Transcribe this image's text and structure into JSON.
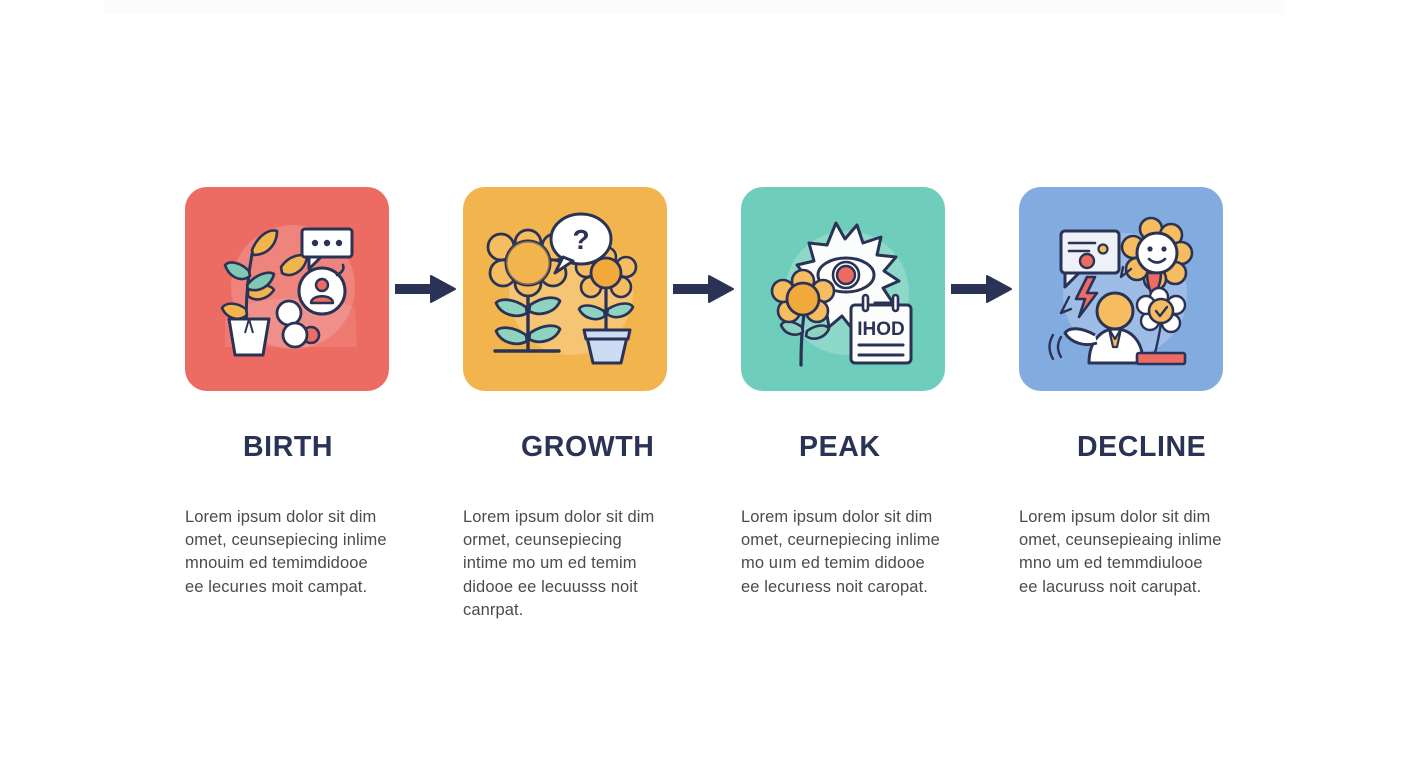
{
  "page": {
    "background_color": "#ffffff",
    "title_color": "#2a3355",
    "body_text_color": "#4b4b4b",
    "arrow_color": "#2a3355",
    "layout": "four-step horizontal process infographic"
  },
  "steps": [
    {
      "id": "birth",
      "title": "BIRTH",
      "card_color": "#ec6b63",
      "icon_name": "sprouting-plant-with-chat-bubble-and-user-icon",
      "body": "Lorem ipsum dolor sit dim omet, ceunsepiecing inlime mnouim ed temimdidooe ee lecurıes moit campat."
    },
    {
      "id": "growth",
      "title": "GROWTH",
      "card_color": "#f2b54e",
      "icon_name": "two-flowers-with-question-bubble-icon",
      "body": "Lorem ipsum dolor sit dim ormet, ceunsepiecing intime mo um ed temim didooe ee lecuusss noit canrpat."
    },
    {
      "id": "peak",
      "title": "PEAK",
      "card_color": "#6fcdbc",
      "icon_name": "flower-with-sunburst-eye-and-calendar-icon",
      "body": "Lorem ipsum dolor sit dim omet, ceurnepiecing inlime mo uım ed temim didooe ee lecurıess noit caropat."
    },
    {
      "id": "decline",
      "title": "DECLINE",
      "card_color": "#82abe0",
      "icon_name": "wilting-flowers-with-person-and-alert-icon",
      "body": "Lorem ipsum dolor sit dim omet, ceunsepieaing inlime mno um ed temmdiulooe ee lacuruss noit carupat."
    }
  ],
  "connectors": [
    {
      "name": "arrow-birth-to-growth"
    },
    {
      "name": "arrow-growth-to-peak"
    },
    {
      "name": "arrow-peak-to-decline"
    }
  ]
}
